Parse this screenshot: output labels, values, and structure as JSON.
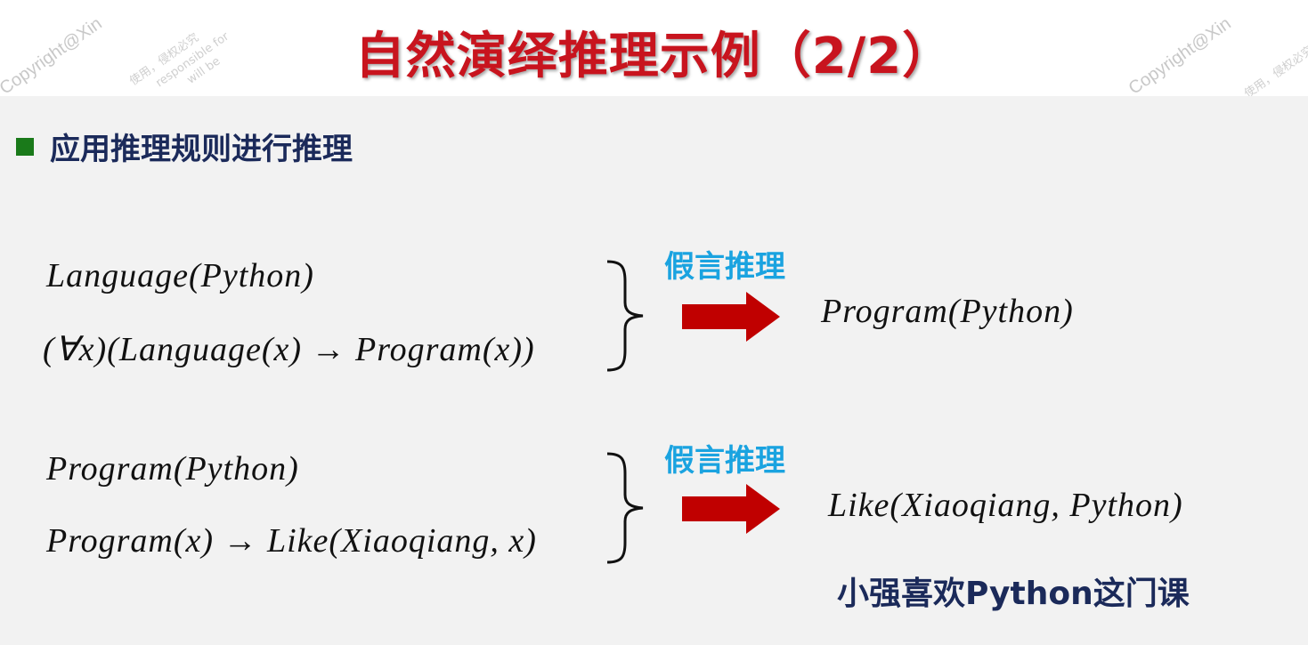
{
  "watermarks": {
    "copyright": "Copyright@Xin",
    "notice": "使用，侵权必究",
    "responsible": "responsible for",
    "will_be": "will be"
  },
  "title": "自然演绎推理示例（2/2）",
  "bullet": "应用推理规则进行推理",
  "rule_label": "假言推理",
  "group1": {
    "premise1": "Language(Python)",
    "premise2": "(∀x)(Language(x) → Program(x))",
    "conclusion": "Program(Python)"
  },
  "group2": {
    "premise1": "Program(Python)",
    "premise2": "Program(x) → Like(Xiaoqiang, x)",
    "conclusion": "Like(Xiaoqiang, Python)"
  },
  "conclusion_text": "小强喜欢Python这门课",
  "colors": {
    "title": "#c8141e",
    "bullet_square": "#1a7a1a",
    "bullet_text": "#1b2a5a",
    "rule_label": "#1aa3e0",
    "arrow": "#c00000",
    "content_bg": "#f2f2f2"
  }
}
